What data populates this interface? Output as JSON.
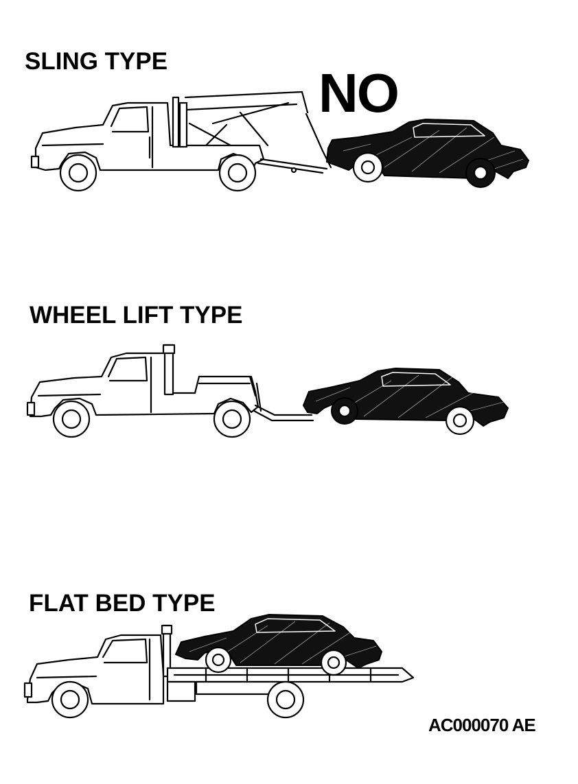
{
  "sections": {
    "sling": {
      "label": "SLING TYPE",
      "marker": "NO"
    },
    "wheel_lift": {
      "label": "WHEEL LIFT TYPE"
    },
    "flat_bed": {
      "label": "FLAT BED TYPE"
    }
  },
  "figure_code": "AC000070 AE"
}
